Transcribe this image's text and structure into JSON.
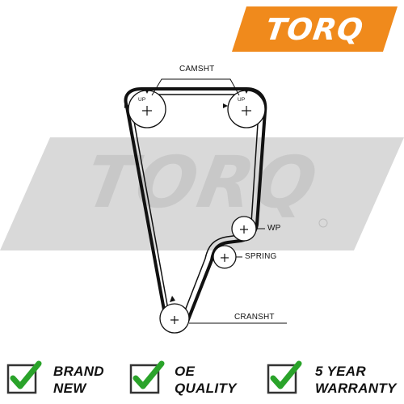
{
  "brand": {
    "logo_text": "TORQ",
    "logo_color": "#f08a1c",
    "watermark_text": "TORQ"
  },
  "diagram": {
    "labels": {
      "camshaft": "CAMSHT",
      "water_pump": "WP",
      "spring": "SPRING",
      "crankshaft": "CRANSHT",
      "up": "UP"
    }
  },
  "badges": [
    {
      "line1": "BRAND",
      "line2": "NEW",
      "icon": "checkmark-icon"
    },
    {
      "line1": "OE",
      "line2": "QUALITY",
      "icon": "checkmark-icon"
    },
    {
      "line1": "5 YEAR",
      "line2": "WARRANTY",
      "icon": "checkmark-icon"
    }
  ],
  "colors": {
    "check_green": "#2aa32a",
    "badge_border": "#333333",
    "belt": "#111111",
    "watermark": "#cfcfcf"
  }
}
